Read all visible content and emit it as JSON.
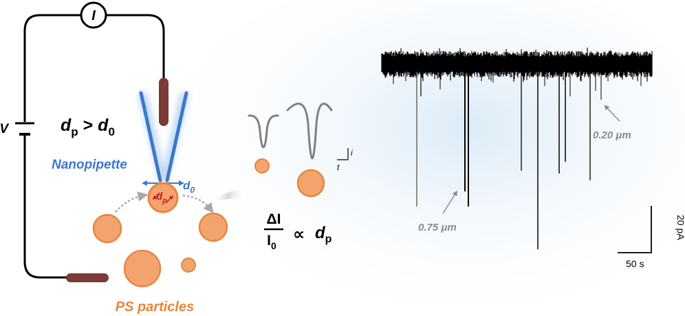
{
  "circuit": {
    "current_symbol": "I",
    "voltage_symbol": "V"
  },
  "condition": {
    "lhs": "d",
    "lhs_sub": "p",
    "op": " > ",
    "rhs": "d",
    "rhs_sub": "0"
  },
  "nanopipette_label": "Nanopipette",
  "tip_label": {
    "main": "d",
    "sub": "0"
  },
  "particle_label": {
    "main": "d",
    "sub": "p"
  },
  "particles_label": "PS particles",
  "pulse_axes": {
    "y": "i",
    "x": "t"
  },
  "equation": {
    "num": "ΔI",
    "den_main": "I",
    "den_sub": "0",
    "prop": "∝",
    "rhs_main": "d",
    "rhs_sub": "p"
  },
  "annotations": {
    "large": "0.75 μm",
    "small": "0.20 μm"
  },
  "scalebar": {
    "current": "20 pA",
    "time": "50 s"
  },
  "colors": {
    "pipette": "#3b78c9",
    "particle_fill": "#f3a46e",
    "particle_stroke": "#e8853f",
    "electrode": "#7b3b36",
    "label_orange": "#e8853f",
    "arrow_red": "#d01b1b",
    "pulse": "#808080",
    "trace": "#000000",
    "annotation": "#8a8a8a"
  }
}
